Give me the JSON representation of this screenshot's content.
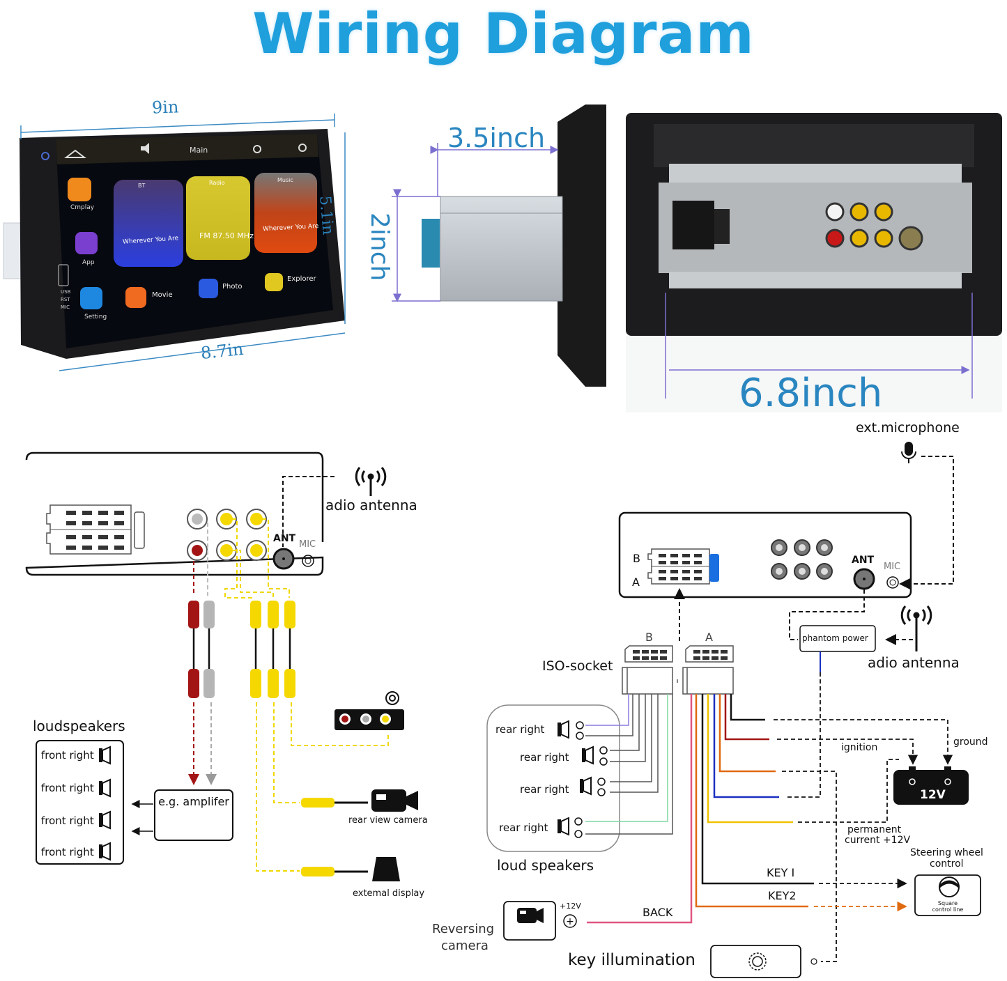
{
  "title": "Wiring Diagram",
  "product_photos": {
    "front": {
      "width_top": "9in",
      "height_right": "5.1in",
      "width_bottom": "8.7in",
      "screen": {
        "status_title": "Main",
        "side_labels": [
          "USB",
          "RST",
          "MIC"
        ],
        "apps": [
          "Cmplay",
          "App",
          "Setting"
        ],
        "cards": [
          {
            "source": "BT",
            "text": "Wherever You Are"
          },
          {
            "source": "Radio",
            "text": "FM 87.50 MHz"
          },
          {
            "source": "Music",
            "text": "Wherever You Are"
          }
        ],
        "shortcuts": [
          "Movie",
          "Photo",
          "Explorer"
        ]
      }
    },
    "side": {
      "depth": "3.5inch",
      "height": "2inch"
    },
    "back": {
      "width": "6.8inch"
    }
  },
  "left_diagram": {
    "antenna_label": "adio antenna",
    "ant_label": "ANT",
    "mic_label": "MIC",
    "loudspeakers_title": "loudspeakers",
    "speakers": [
      "front right",
      "front right",
      "front right",
      "front right"
    ],
    "amplifier_label": "e.g. amplifer",
    "rear_camera_label": "rear view camera",
    "external_display_label": "extemal display"
  },
  "right_diagram": {
    "mic_title": "ext.microphone",
    "connector_b": "B",
    "connector_a": "A",
    "ant_label": "ANT",
    "mic_label": "MIC",
    "phantom_power": "phantom power",
    "antenna_label": "adio antenna",
    "iso_socket": "ISO-socket",
    "socket_b": "B",
    "socket_a": "A",
    "rear_speakers": [
      "rear right",
      "rear right",
      "rear right",
      "rear right"
    ],
    "loud_speakers_label": "loud speakers",
    "ignition": "ignition",
    "ground": "ground",
    "battery": "12V",
    "permanent": "permanent",
    "permanent2": "current +12V",
    "steering_title": "Steering wheel",
    "steering_title2": "control",
    "steering_sub": "Square",
    "steering_sub2": "control line",
    "key1": "KEY I",
    "key2": "KEY2",
    "back": "BACK",
    "plus12v": "+12V",
    "reversing": "Reversing",
    "reversing2": "camera",
    "key_illumination": "key illumination"
  },
  "colors": {
    "title": "#1f9fdc",
    "dimension": "#2a7fb8",
    "rca_red": "#a31515",
    "rca_white": "#b5b5b5",
    "rca_yellow": "#f5d800",
    "wire_red": "#e0364a",
    "wire_orange": "#e06a10",
    "wire_blue": "#1a2fc0",
    "wire_yellow": "#f0c200",
    "wire_purple": "#8a7ae0",
    "wire_green": "#7fd6a0",
    "wire_pink": "#e05580"
  }
}
